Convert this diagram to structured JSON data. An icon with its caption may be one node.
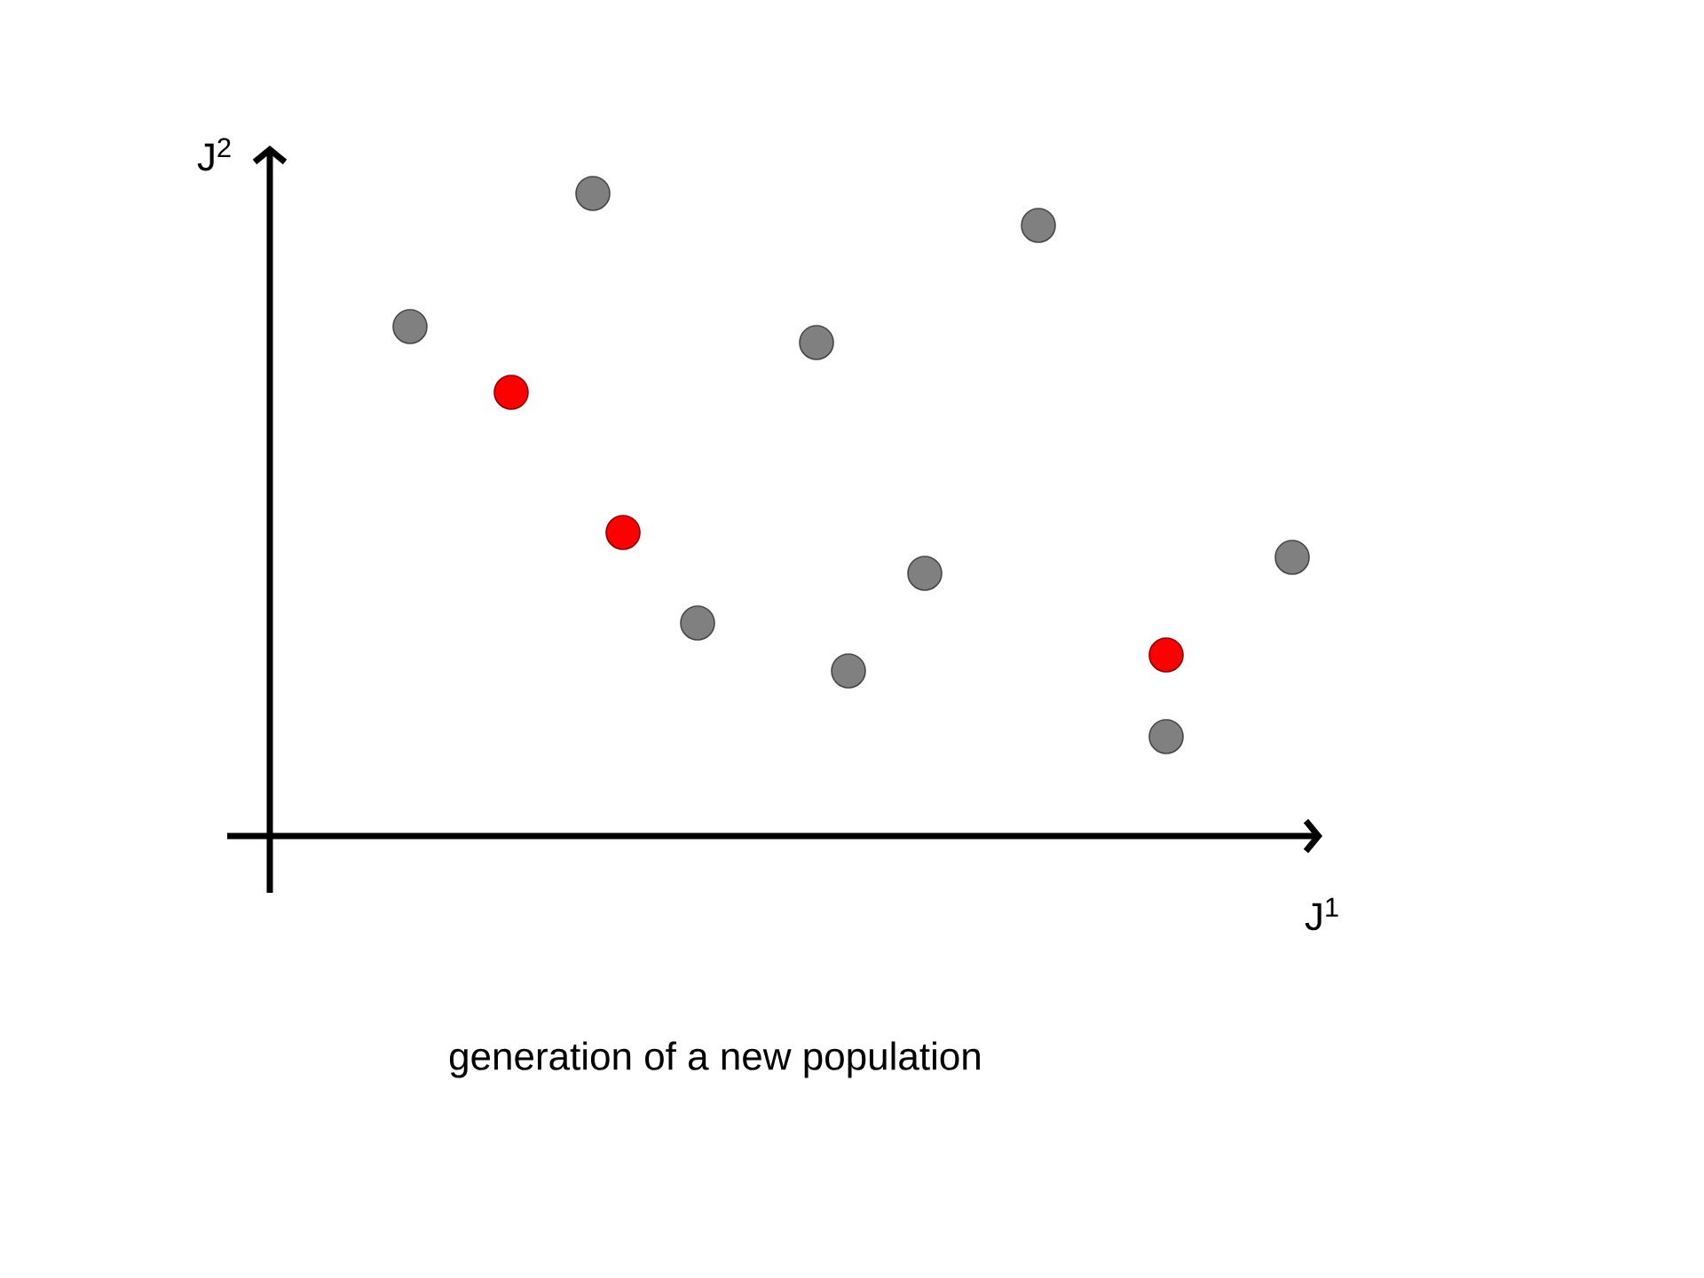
{
  "diagram": {
    "caption": "generation of a new population",
    "labels": [
      "J$^{2}$",
      "J$^{1}$"
    ]
  }
}
